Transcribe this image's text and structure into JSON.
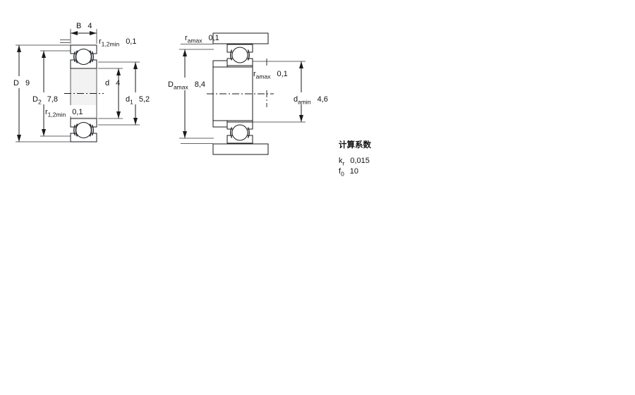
{
  "page": {
    "background": "#ffffff"
  },
  "drawing": {
    "colors": {
      "line": "#1a1a1a",
      "steel_fill": "#9fc2de",
      "steel_fill_alt": "#bad3e9",
      "bore_fill": "#f2f2f2"
    },
    "left_diagram": {
      "width_dim": {
        "symbol": "B",
        "value": "4"
      },
      "r_top": {
        "symbol": "r",
        "sub": "1,2min",
        "value": "0,1"
      },
      "outer_dia": {
        "symbol": "D",
        "value": "9"
      },
      "recess_dia": {
        "symbol": "D",
        "sub": "2",
        "value": "7,8"
      },
      "r_bottom": {
        "symbol": "r",
        "sub": "1,2min",
        "value": "0,1"
      },
      "bore_dia": {
        "symbol": "d",
        "value": "4"
      },
      "shoulder_dia": {
        "symbol": "d",
        "sub": "1",
        "value": "5,2"
      }
    },
    "right_diagram": {
      "fillet_top": {
        "symbol": "r",
        "sub": "amax",
        "value": "0,1"
      },
      "housing_dia": {
        "symbol": "D",
        "sub": "amax",
        "value": "8,4"
      },
      "fillet_mid": {
        "symbol": "r",
        "sub": "amax",
        "value": "0,1"
      },
      "shaft_dia": {
        "symbol": "d",
        "sub": "amin",
        "value": "4,6"
      }
    },
    "calculation_factors": {
      "title": "计算系数",
      "kr": {
        "symbol": "k",
        "sub": "r",
        "value": "0,015"
      },
      "f0": {
        "symbol": "f",
        "sub": "0",
        "value": "10"
      }
    }
  }
}
